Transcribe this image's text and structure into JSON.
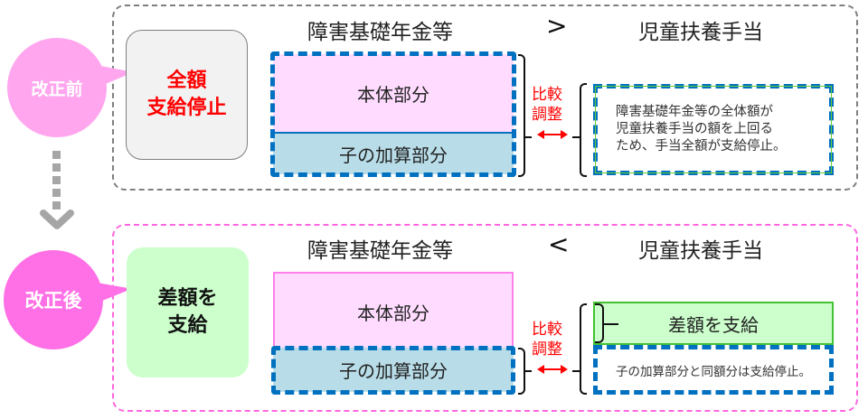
{
  "before": {
    "bubble_label": "改正前",
    "result_lines": [
      "全額",
      "支給停止"
    ],
    "left_heading": "障害基礎年金等",
    "comparison_symbol": ">",
    "right_heading": "児童扶養手当",
    "main_part_label": "本体部分",
    "child_part_label": "子の加算部分",
    "adjust_lines": [
      "比較",
      "調整"
    ],
    "note_lines": [
      "障害基礎年金等の全体額が",
      "児童扶養手当の額を上回る",
      "ため、手当全額が支給停止。"
    ]
  },
  "after": {
    "bubble_label": "改正後",
    "result_lines": [
      "差額を",
      "支給"
    ],
    "left_heading": "障害基礎年金等",
    "comparison_symbol": "<",
    "right_heading": "児童扶養手当",
    "main_part_label": "本体部分",
    "child_part_label": "子の加算部分",
    "adjust_lines": [
      "比較",
      "調整"
    ],
    "pay_label": "差額を支給",
    "note_label": "子の加算部分と同額分は支給停止。"
  },
  "icons": {
    "transition_arrow": "dotted-down-chevron-arrow",
    "comparison_arrow": "double-headed-red-arrow"
  },
  "colors": {
    "before_bubble": "#ffa6ef",
    "after_bubble": "#ff70e6",
    "stop_text": "#ff0000",
    "dashed_blue": "#0070c0",
    "main_part_fill": "#ffdcff",
    "child_part_fill": "#b8dde8",
    "pay_fill": "#ccffcc"
  }
}
